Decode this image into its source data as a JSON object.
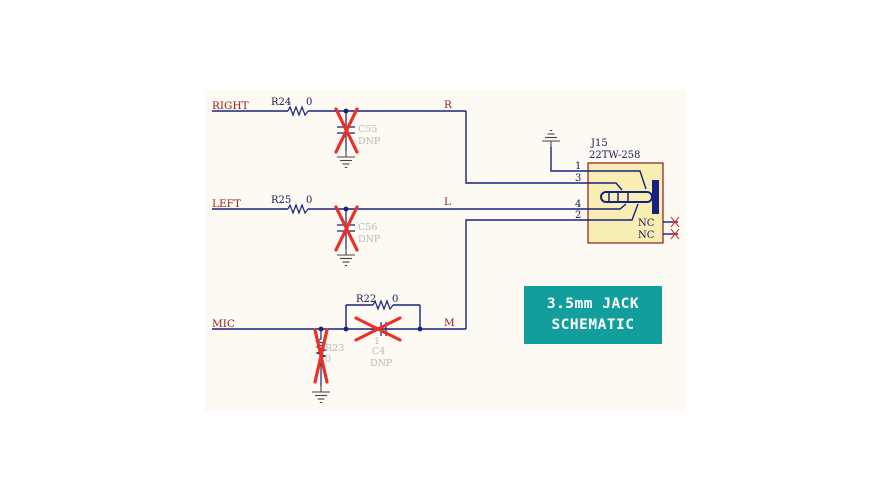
{
  "nets": {
    "right": "RIGHT",
    "left": "LEFT",
    "mic": "MIC",
    "r": "R",
    "l": "L",
    "m": "M"
  },
  "components": {
    "r24": {
      "ref": "R24",
      "value": "0"
    },
    "r25": {
      "ref": "R25",
      "value": "0"
    },
    "r22": {
      "ref": "R22",
      "value": "0"
    },
    "r23": {
      "ref": "R23",
      "value": "0"
    },
    "c55": {
      "ref": "C55",
      "note": "DNP"
    },
    "c56": {
      "ref": "C56",
      "note": "DNP"
    },
    "c4": {
      "ref": "C4",
      "note": "DNP",
      "pin": "1"
    },
    "j15": {
      "ref": "J15",
      "part": "22TW-258"
    }
  },
  "pins": {
    "p1": "1",
    "p3": "3",
    "p4": "4",
    "p2": "2",
    "nc1": "NC",
    "nc2": "NC"
  },
  "title": {
    "line1": "3.5mm JACK",
    "line2": "SCHEMATIC"
  },
  "colors": {
    "wire": "#16227e",
    "net_label": "#9c1b14",
    "dnp_cross": "#e5332a",
    "title_bg": "#119e9c",
    "sheet_bg": "#fcfaf3"
  }
}
